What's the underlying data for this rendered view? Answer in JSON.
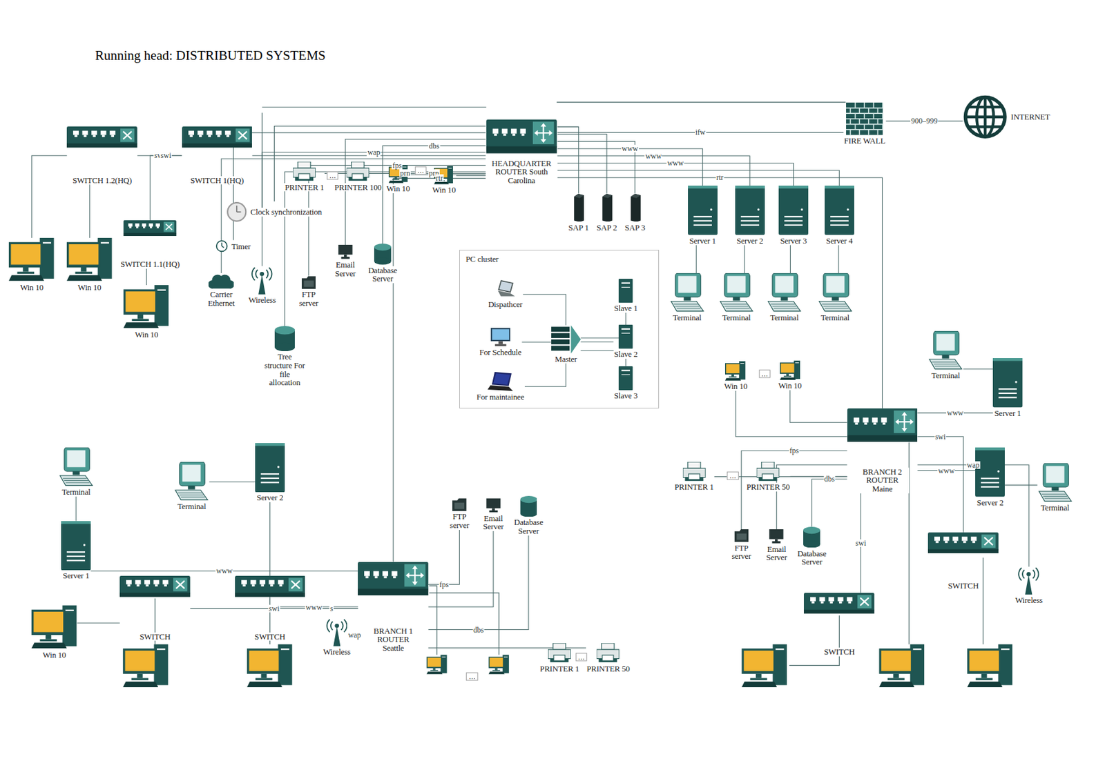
{
  "diagram": {
    "nodes": [
      {
        "text": [
          "SWITCH 1.2(HQ)"
        ]
      },
      {
        "text": [
          "SWITCH 1(HQ)"
        ]
      },
      {
        "text": [
          "SWITCH 1.1(HQ)"
        ]
      },
      {
        "text": [
          "Win 10"
        ]
      },
      {
        "text": [
          "Win 10"
        ]
      },
      {
        "text": [
          "Win 10"
        ]
      },
      {
        "text": [
          "PRINTER 1"
        ]
      },
      {
        "text": [
          "PRINTER 100"
        ]
      },
      {
        "text": [
          "Win 10"
        ]
      },
      {
        "text": [
          "Win 10"
        ]
      },
      {
        "text": [
          "HEADQUARTER ROUTER South Carolina"
        ]
      },
      {
        "text": [
          "Clock synchronization"
        ]
      },
      {
        "text": [
          "Timer"
        ]
      },
      {
        "text": [
          "Carrier Ethernet"
        ]
      },
      {
        "text": [
          "Wireless"
        ]
      },
      {
        "text": [
          "FTP server"
        ]
      },
      {
        "text": [
          "Email Server"
        ]
      },
      {
        "text": [
          "Database Server"
        ]
      },
      {
        "text": [
          "Tree structure For file allocation"
        ]
      },
      {
        "text": [
          "SAP 1"
        ]
      },
      {
        "text": [
          "SAP 2"
        ]
      },
      {
        "text": [
          "SAP 3"
        ]
      },
      {
        "text": [
          "FIRE WALL"
        ]
      },
      {
        "text": [
          "INTERNET"
        ]
      },
      {
        "text": [
          "Server 1"
        ]
      },
      {
        "text": [
          "Server 2"
        ]
      },
      {
        "text": [
          "Server 3"
        ]
      },
      {
        "text": [
          "Server 4"
        ]
      },
      {
        "text": [
          "Terminal"
        ]
      },
      {
        "text": [
          "Terminal"
        ]
      },
      {
        "text": [
          "Terminal"
        ]
      },
      {
        "text": [
          "Terminal"
        ]
      },
      {
        "text": [
          "PC cluster"
        ]
      },
      {
        "text": [
          "Dispathcer"
        ],
        "in": 32
      },
      {
        "text": [
          "For Schedule"
        ],
        "in": 32
      },
      {
        "text": [
          "For maintainee"
        ],
        "in": 32
      },
      {
        "text": [
          "Master"
        ],
        "in": 32
      },
      {
        "text": [
          "Slave 1"
        ],
        "in": 32
      },
      {
        "text": [
          "Slave 2"
        ],
        "in": 32
      },
      {
        "text": [
          "Slave 3"
        ],
        "in": 32
      },
      {
        "text": [
          "BRANCH 2 ROUTER Maine"
        ]
      },
      {
        "text": [
          "Win 10"
        ]
      },
      {
        "text": [
          "Win 10"
        ]
      },
      {
        "text": [
          "PRINTER 1"
        ]
      },
      {
        "text": [
          "PRINTER 50"
        ]
      },
      {
        "text": [
          "FTP server"
        ]
      },
      {
        "text": [
          "Email Server"
        ]
      },
      {
        "text": [
          "Database Server"
        ]
      },
      {
        "text": [
          "Terminal"
        ]
      },
      {
        "text": [
          "Server 1"
        ]
      },
      {
        "text": [
          "Server 2"
        ]
      },
      {
        "text": [
          "Terminal"
        ]
      },
      {
        "text": [
          "SWITCH"
        ]
      },
      {
        "text": [
          "Wireless"
        ]
      },
      {
        "text": [
          "SWITCH"
        ]
      },
      {
        "text": [
          "BRANCH 1 ROUTER Seattle"
        ]
      },
      {
        "text": [
          "Terminal"
        ]
      },
      {
        "text": [
          "Terminal"
        ]
      },
      {
        "text": [
          "Server 2"
        ]
      },
      {
        "text": [
          "Server 1"
        ]
      },
      {
        "text": [
          "SWITCH"
        ]
      },
      {
        "text": [
          "SWITCH"
        ]
      },
      {
        "text": [
          "Win 10"
        ]
      },
      {
        "text": [
          "Wireless"
        ]
      },
      {
        "text": [
          "FTP server"
        ]
      },
      {
        "text": [
          "Email Server"
        ]
      },
      {
        "text": [
          "Database Server"
        ]
      },
      {
        "text": [
          "PRINTER 1"
        ]
      },
      {
        "text": [
          "PRINTER 50"
        ]
      }
    ],
    "edges": [
      {
        "from": 0,
        "to": 1,
        "label": "swi",
        "arrow": "none"
      },
      {
        "from": 1,
        "to": 2,
        "label": "swi",
        "arrow": "none"
      },
      {
        "from": 0,
        "to": 3,
        "arrow": "none"
      },
      {
        "from": 0,
        "to": 4,
        "arrow": "none"
      },
      {
        "from": 2,
        "to": 5,
        "arrow": "none"
      },
      {
        "from": 1,
        "to": 10,
        "arrow": "none"
      },
      {
        "from": 10,
        "to": 6,
        "label": "prn",
        "arrow": "none"
      },
      {
        "from": 10,
        "to": 7,
        "label": "prn",
        "arrow": "none"
      },
      {
        "from": 10,
        "to": 8,
        "arrow": "none"
      },
      {
        "from": 10,
        "to": 9,
        "arrow": "none"
      },
      {
        "from": 10,
        "to": 11,
        "arrow": "none"
      },
      {
        "from": 10,
        "to": 12,
        "arrow": "none"
      },
      {
        "from": 10,
        "to": 13,
        "arrow": "none"
      },
      {
        "from": 10,
        "to": 14,
        "label": "wap",
        "arrow": "none"
      },
      {
        "from": 10,
        "to": 15,
        "label": "fps",
        "arrow": "none"
      },
      {
        "from": 10,
        "to": 16,
        "arrow": "none"
      },
      {
        "from": 10,
        "to": 17,
        "label": "dbs",
        "arrow": "none"
      },
      {
        "from": 10,
        "to": 18,
        "arrow": "none"
      },
      {
        "from": 10,
        "to": 19,
        "arrow": "none"
      },
      {
        "from": 10,
        "to": 20,
        "arrow": "none"
      },
      {
        "from": 10,
        "to": 21,
        "arrow": "none"
      },
      {
        "from": 10,
        "to": 22,
        "label": "ifw",
        "arrow": "none"
      },
      {
        "from": 22,
        "to": 23,
        "label": "900–999",
        "arrow": "none"
      },
      {
        "from": 10,
        "to": 24,
        "label": "www",
        "arrow": "none"
      },
      {
        "from": 10,
        "to": 25,
        "label": "www",
        "arrow": "none"
      },
      {
        "from": 10,
        "to": 26,
        "label": "www",
        "arrow": "none"
      },
      {
        "from": 10,
        "to": 27,
        "arrow": "none"
      },
      {
        "from": 10,
        "to": 40,
        "label": "rtr",
        "arrow": "none"
      },
      {
        "from": 10,
        "to": 55,
        "label": "rtr",
        "arrow": "none"
      },
      {
        "from": 24,
        "to": 28,
        "arrow": "none"
      },
      {
        "from": 25,
        "to": 29,
        "arrow": "none"
      },
      {
        "from": 26,
        "to": 30,
        "arrow": "none"
      },
      {
        "from": 27,
        "to": 31,
        "arrow": "none"
      },
      {
        "from": 33,
        "to": 36,
        "arrow": "none"
      },
      {
        "from": 34,
        "to": 36,
        "arrow": "none"
      },
      {
        "from": 35,
        "to": 36,
        "arrow": "none"
      },
      {
        "from": 36,
        "to": 37,
        "arrow": "none"
      },
      {
        "from": 36,
        "to": 38,
        "arrow": "none"
      },
      {
        "from": 36,
        "to": 39,
        "arrow": "none"
      },
      {
        "from": 40,
        "to": 41,
        "arrow": "none"
      },
      {
        "from": 40,
        "to": 42,
        "arrow": "none"
      },
      {
        "from": 40,
        "to": 43,
        "arrow": "none"
      },
      {
        "from": 40,
        "to": 44,
        "arrow": "none"
      },
      {
        "from": 40,
        "to": 45,
        "label": "fps",
        "arrow": "none"
      },
      {
        "from": 40,
        "to": 46,
        "arrow": "none"
      },
      {
        "from": 40,
        "to": 47,
        "label": "dbs",
        "arrow": "none"
      },
      {
        "from": 40,
        "to": 49,
        "label": "www",
        "arrow": "none"
      },
      {
        "from": 48,
        "to": 49,
        "arrow": "none"
      },
      {
        "from": 40,
        "to": 50,
        "label": "www",
        "arrow": "none"
      },
      {
        "from": 50,
        "to": 51,
        "arrow": "none"
      },
      {
        "from": 40,
        "to": 53,
        "label": "wap",
        "arrow": "none"
      },
      {
        "from": 40,
        "to": 52,
        "label": "swi",
        "arrow": "none"
      },
      {
        "from": 40,
        "to": 54,
        "label": "swi",
        "arrow": "none"
      },
      {
        "from": 55,
        "to": 58,
        "label": "www",
        "arrow": "none"
      },
      {
        "from": 57,
        "to": 58,
        "arrow": "none"
      },
      {
        "from": 55,
        "to": 59,
        "label": "www",
        "arrow": "none"
      },
      {
        "from": 56,
        "to": 59,
        "arrow": "none"
      },
      {
        "from": 55,
        "to": 60,
        "label": "swi",
        "arrow": "none"
      },
      {
        "from": 55,
        "to": 61,
        "label": "s",
        "arrow": "none"
      },
      {
        "from": 55,
        "to": 63,
        "label": "wap",
        "arrow": "none"
      },
      {
        "from": 55,
        "to": 64,
        "label": "fps",
        "arrow": "none"
      },
      {
        "from": 55,
        "to": 65,
        "arrow": "none"
      },
      {
        "from": 55,
        "to": 66,
        "label": "dbs",
        "arrow": "none"
      },
      {
        "from": 55,
        "to": 67,
        "arrow": "none"
      },
      {
        "from": 55,
        "to": 68,
        "arrow": "none"
      },
      {
        "from": 60,
        "to": 62,
        "arrow": "none"
      }
    ],
    "labels": [
      "Running head: DISTRIBUTED SYSTEMS",
      "...",
      "...",
      "...",
      "...",
      "...",
      "..."
    ]
  }
}
